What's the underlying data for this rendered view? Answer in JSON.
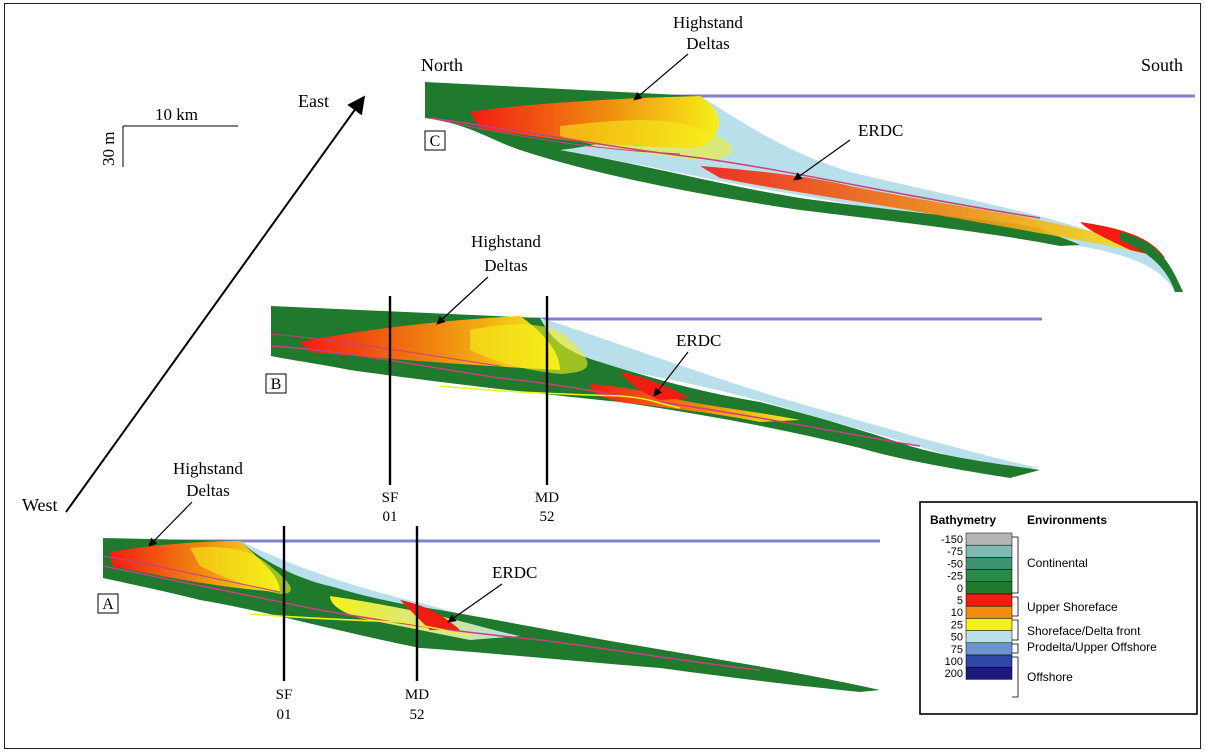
{
  "labels": {
    "north": "North",
    "south": "South",
    "east": "East",
    "west": "West",
    "scale_h": "10 km",
    "scale_v": "30 m"
  },
  "panels": [
    {
      "id": "A",
      "highstand_line1": "Highstand",
      "highstand_line2": "Deltas",
      "erdc": "ERDC"
    },
    {
      "id": "B",
      "highstand_line1": "Highstand",
      "highstand_line2": "Deltas",
      "erdc": "ERDC"
    },
    {
      "id": "C",
      "highstand_line1": "Highstand",
      "highstand_line2": "Deltas",
      "erdc": "ERDC"
    }
  ],
  "wells": {
    "b": [
      {
        "name": "SF",
        "num": "01"
      },
      {
        "name": "MD",
        "num": "52"
      }
    ],
    "a": [
      {
        "name": "SF",
        "num": "01"
      },
      {
        "name": "MD",
        "num": "52"
      }
    ]
  },
  "legend": {
    "col1": "Bathymetry",
    "col2": "Environments",
    "rows": [
      {
        "value": "-150",
        "color": "#b5b5b5"
      },
      {
        "value": "-75",
        "color": "#7fb9b4"
      },
      {
        "value": "-50",
        "color": "#3c9470"
      },
      {
        "value": "-25",
        "color": "#2a8a4a"
      },
      {
        "value": "0",
        "color": "#1f7a2e"
      },
      {
        "value": "5",
        "color": "#f21c12"
      },
      {
        "value": "10",
        "color": "#f08c10"
      },
      {
        "value": "25",
        "color": "#f5f01a"
      },
      {
        "value": "50",
        "color": "#b9e0ea"
      },
      {
        "value": "75",
        "color": "#6f93cf"
      },
      {
        "value": "100",
        "color": "#2f46a6"
      },
      {
        "value": "200",
        "color": "#1c1a7e"
      }
    ],
    "environments": [
      "Continental",
      "Upper Shoreface",
      "Shoreface/Delta front",
      "Prodelta/Upper Offshore",
      "Offshore"
    ]
  },
  "colors": {
    "water_line": "#8080d0",
    "deep_green": "#1f7a2e",
    "red": "#f21c12",
    "orange": "#f08c10",
    "yellow": "#f5f01a",
    "light_blue": "#b9e0ea",
    "grey_top": "#9aa09a",
    "magenta_line": "#c84080"
  }
}
